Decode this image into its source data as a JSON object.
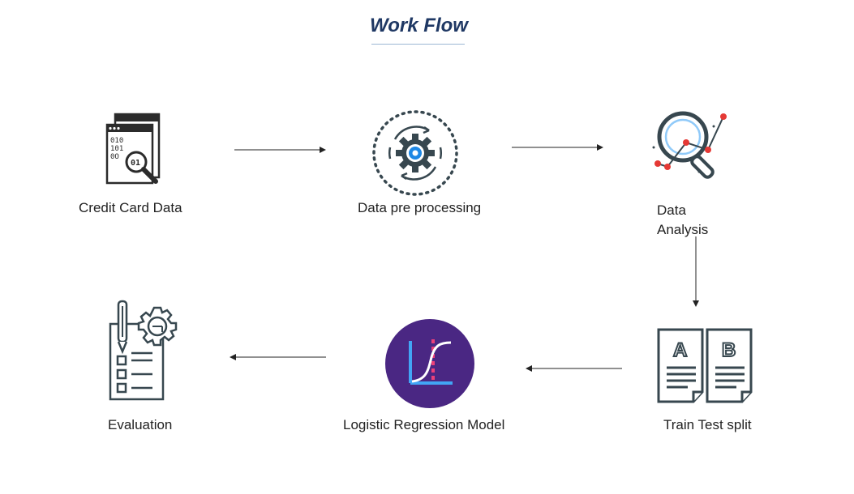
{
  "title": "Work Flow",
  "steps": {
    "credit_card_data": "Credit Card Data",
    "data_pre_processing": "Data pre processing",
    "data_analysis_line1": "Data",
    "data_analysis_line2": "Analysis",
    "train_test_split": "Train Test split",
    "logistic_regression_model": "Logistic Regression Model",
    "evaluation": "Evaluation"
  },
  "icons": {
    "file_a_letter": "A",
    "file_b_letter": "B",
    "binary_rows": [
      "010",
      "101",
      "0O"
    ],
    "lens_digits": "01"
  },
  "colors": {
    "title": "#1f3864",
    "icon_dark": "#37474f",
    "accent_blue": "#1e88e5",
    "accent_red": "#e53935",
    "regression_bg": "#4a2783"
  }
}
